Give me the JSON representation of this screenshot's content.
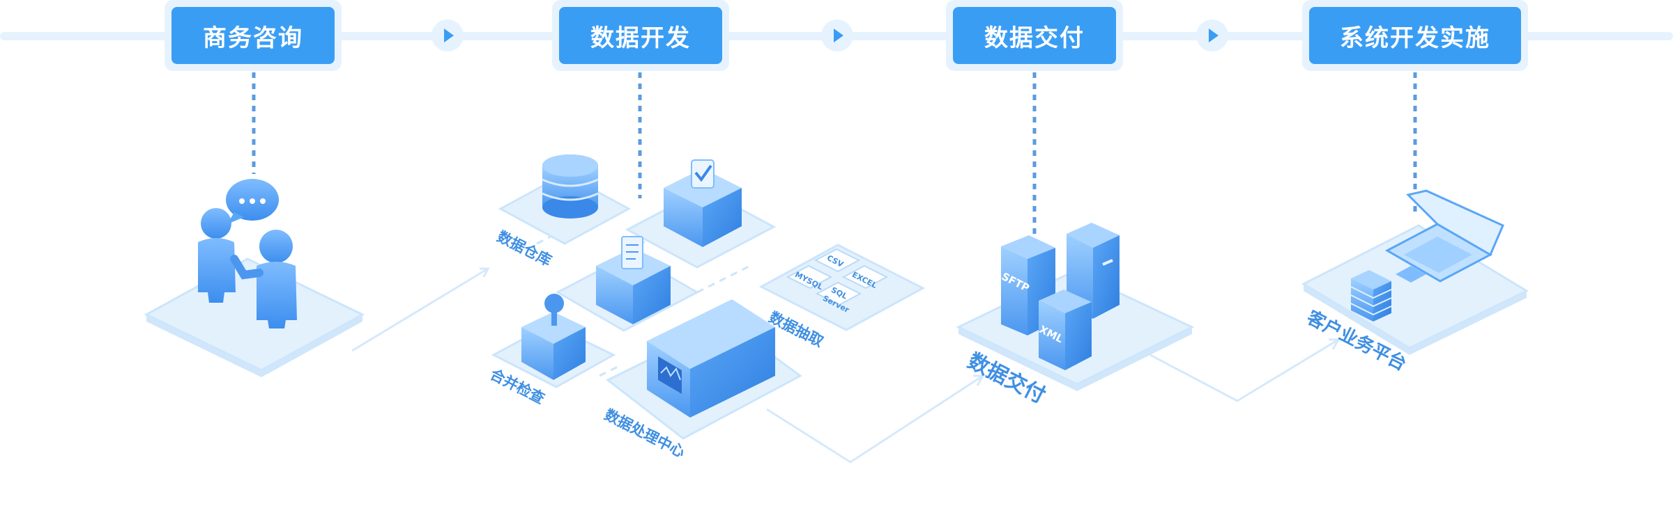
{
  "steps": [
    {
      "label": "商务咨询"
    },
    {
      "label": "数据开发"
    },
    {
      "label": "数据交付"
    },
    {
      "label": "系统开发实施"
    }
  ],
  "labels": {
    "warehouse": "数据仓库",
    "merge": "合并检查",
    "processing": "数据处理中心",
    "extract": "数据抽取",
    "delivery": "数据交付",
    "platform": "客户业务平台"
  },
  "formats": {
    "csv": "CSV",
    "excel": "EXCEL",
    "mysql": "MYSQL",
    "sql": "SQL",
    "server": "Server",
    "sftp": "SFTP",
    "xml": "XML"
  },
  "colors": {
    "primary": "#3a9df4",
    "light": "#e6f3fe",
    "label": "#3f8fe2",
    "dotted": "#5b9be0"
  }
}
